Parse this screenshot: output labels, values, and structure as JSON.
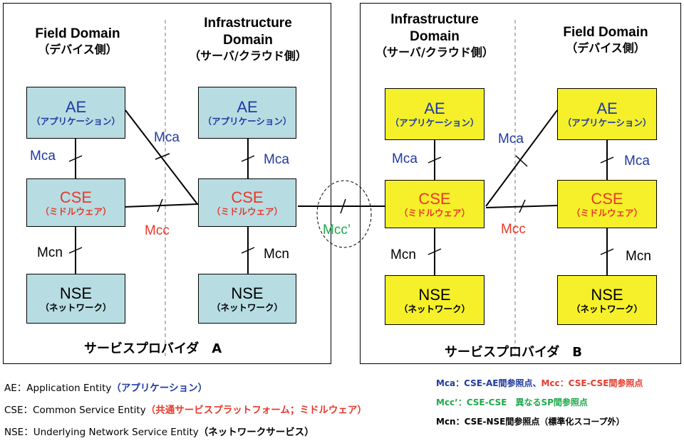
{
  "providerA": {
    "name": "サービスプロバイダ　A",
    "field_domain": {
      "title": "Field Domain",
      "subtitle": "（デバイス側）"
    },
    "infra_domain": {
      "title1": "Infrastructure",
      "title2": "Domain",
      "subtitle": "（サーバ/クラウド側）"
    },
    "field_ae": {
      "title": "AE",
      "sub": "（アプリケーション）"
    },
    "field_cse": {
      "title": "CSE",
      "sub": "（ミドルウェア）"
    },
    "field_nse": {
      "title": "NSE",
      "sub": "（ネットワーク）"
    },
    "infra_ae": {
      "title": "AE",
      "sub": "（アプリケーション）"
    },
    "infra_cse": {
      "title": "CSE",
      "sub": "（ミドルウェア）"
    },
    "infra_nse": {
      "title": "NSE",
      "sub": "（ネットワーク）"
    },
    "labels": {
      "mca_field": "Mca",
      "mca_diag": "Mca",
      "mca_infra": "Mca",
      "mcc": "Mcc",
      "mcn_field": "Mcn",
      "mcn_infra": "Mcn"
    }
  },
  "providerB": {
    "name": "サービスプロバイダ　B",
    "infra_domain": {
      "title1": "Infrastructure",
      "title2": "Domain",
      "subtitle": "（サーバ/クラウド側）"
    },
    "field_domain": {
      "title": "Field Domain",
      "subtitle": "（デバイス側）"
    },
    "infra_ae": {
      "title": "AE",
      "sub": "（アプリケーション）"
    },
    "infra_cse": {
      "title": "CSE",
      "sub": "（ミドルウェア）"
    },
    "infra_nse": {
      "title": "NSE",
      "sub": "（ネットワーク）"
    },
    "field_ae": {
      "title": "AE",
      "sub": "（アプリケーション）"
    },
    "field_cse": {
      "title": "CSE",
      "sub": "（ミドルウェア）"
    },
    "field_nse": {
      "title": "NSE",
      "sub": "（ネットワーク）"
    },
    "labels": {
      "mca_infra": "Mca",
      "mca_diag": "Mca",
      "mca_field": "Mca",
      "mcc": "Mcc",
      "mcn_infra": "Mcn",
      "mcn_field": "Mcn"
    }
  },
  "mcc_prime": "Mcc’",
  "legend": {
    "ae": {
      "term": "AE：Application Entity",
      "desc": "（アプリケーション）"
    },
    "cse": {
      "term": "CSE：Common Service Entity",
      "desc": "（共通サービスプラットフォーム；ミドルウェア）"
    },
    "nse": {
      "term": "NSE：Underlying Network Service Entity",
      "desc": "（ネットワークサービス）"
    },
    "mca": "Mca：CSE-AE間参照点、",
    "mcc": "Mcc：CSE-CSE間参照点",
    "mcc_prime": "Mcc’：CSE-CSE　異なるSP間参照点",
    "mcn": "Mcn：CSE-NSE間参照点（標準化スコープ外）"
  },
  "colors": {
    "blue_box": "#b7dde3",
    "yellow_box": "#f5f02a",
    "label_blue": "#1f3aa0",
    "label_red": "#e8392a",
    "label_green": "#1ea84a"
  }
}
